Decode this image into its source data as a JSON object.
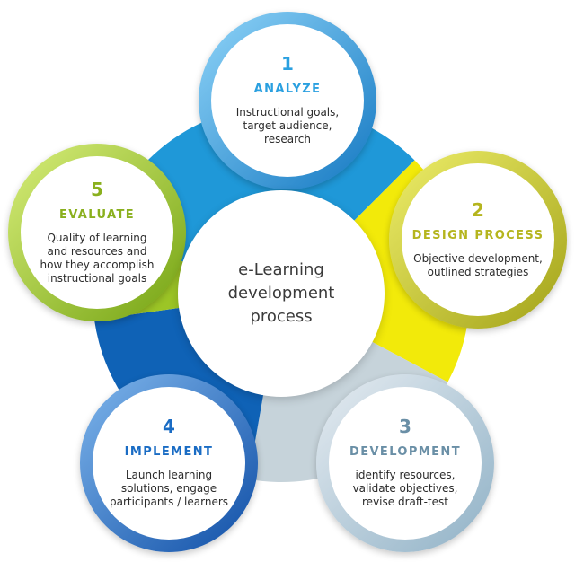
{
  "center": {
    "lines": [
      "e-Learning",
      "development",
      "process"
    ]
  },
  "steps": [
    {
      "number": "1",
      "title": "ANALYZE",
      "lines": [
        "Instructional goals,",
        "target audience,",
        "research"
      ],
      "color": "#2aa0e0",
      "ring_light": "#8fd4f8",
      "ring_dark": "#1478c2"
    },
    {
      "number": "2",
      "title": "DESIGN PROCESS",
      "lines": [
        "Objective development,",
        "outlined strategies"
      ],
      "color": "#b5b51e",
      "ring_light": "#eeee6a",
      "ring_dark": "#a2a218"
    },
    {
      "number": "3",
      "title": "DEVELOPMENT",
      "lines": [
        "identify resources,",
        "validate objectives,",
        "revise draft-test"
      ],
      "color": "#6a8fa6",
      "ring_light": "#e6ecf1",
      "ring_dark": "#8fb1c6"
    },
    {
      "number": "4",
      "title": "IMPLEMENT",
      "lines": [
        "Launch learning",
        "solutions, engage",
        "participants / learners"
      ],
      "color": "#1a6cc4",
      "ring_light": "#7fb6ec",
      "ring_dark": "#0f4ea6"
    },
    {
      "number": "5",
      "title": "EVALUATE",
      "lines": [
        "Quality of learning",
        "and resources and",
        "how they accomplish",
        "instructional goals"
      ],
      "color": "#8ab01e",
      "ring_light": "#d8ee7a",
      "ring_dark": "#74a312"
    }
  ],
  "wedge_colors": [
    "#1f98d8",
    "#f2ea0a",
    "#c6d3da",
    "#0f62b6",
    "#9cc526"
  ]
}
